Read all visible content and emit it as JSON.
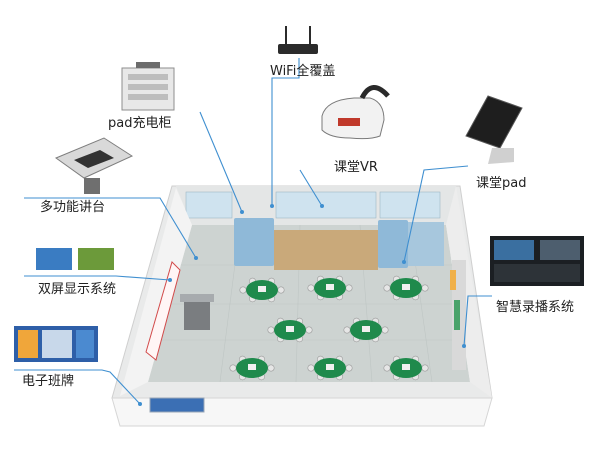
{
  "labels": {
    "wifi": "WiFi全覆盖",
    "pad_cabinet": "pad充电柜",
    "vr": "课堂VR",
    "pad": "课堂pad",
    "podium": "多功能讲台",
    "dual_screen": "双屏显示系统",
    "recording": "智慧录播系统",
    "class_board": "电子班牌"
  },
  "colors": {
    "leader_line": "#3f8fd0",
    "floor": "#cfd4d2",
    "table": "#1f8a4c",
    "wall": "#f1f1f1"
  },
  "icons": [
    "router-icon",
    "cabinet-icon",
    "vr-headset-icon",
    "tablet-icon",
    "podium-icon",
    "dual-screen-icon",
    "recording-panel-icon",
    "class-board-icon"
  ]
}
